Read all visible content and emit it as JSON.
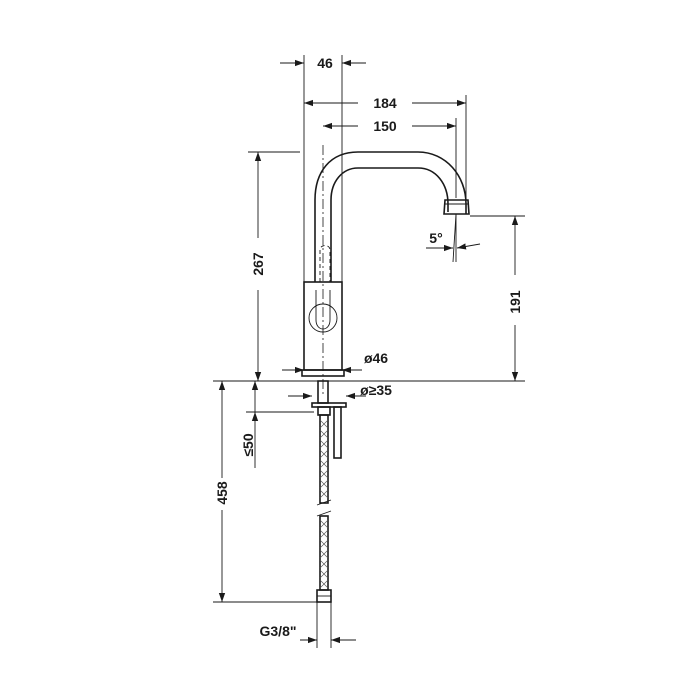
{
  "colors": {
    "line": "#1a1a1a",
    "background": "#ffffff"
  },
  "dimensions": {
    "handle_offset": "46",
    "overall_reach": "184",
    "spout_reach": "150",
    "spout_angle": "5°",
    "height_above_deck": "267",
    "spout_outlet_height": "191",
    "body_diameter": "ø46",
    "hole_diameter": "ø≥35",
    "max_deck_thickness": "≤50",
    "hose_length": "458",
    "connection_thread": "G3/8\""
  }
}
